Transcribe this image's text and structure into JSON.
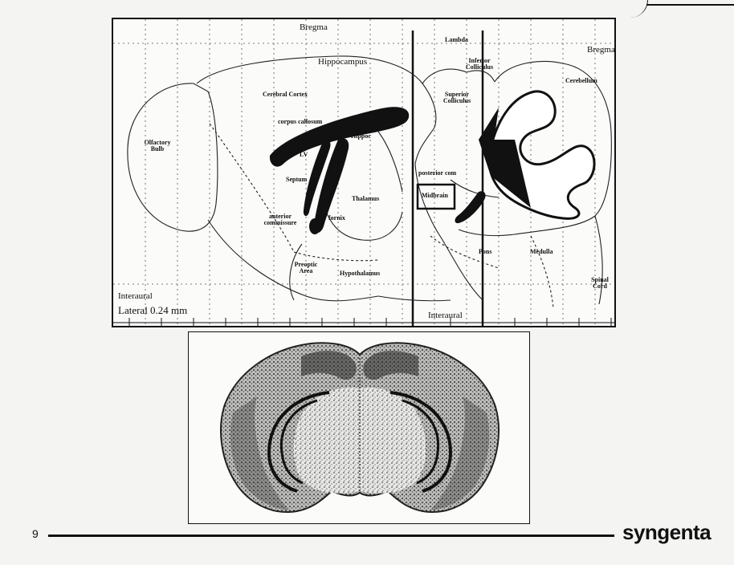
{
  "atlas": {
    "labels": {
      "bregma_top": "Bregma",
      "bregma_right": "Bregma",
      "lambda": "Lambda",
      "hippocampus": "Hippocampus",
      "inferior_colliculus": "Inferior Colliculus",
      "cerebellum": "Cerebellum",
      "cerebral_cortex": "Cerebral Cortex",
      "superior_colliculus": "Superior Colliculus",
      "corpus_callosum": "corpus callosum",
      "hippoc": "Hippoc",
      "olfactory_bulb": "Olfactory Bulb",
      "lv": "LV",
      "septum": "Septum",
      "posterior_comm": "posterior com",
      "thalamus": "Thalamus",
      "midbrain": "Midbrain",
      "fornix": "fornix",
      "anterior_commissure": "anterior commissure",
      "pons": "Pons",
      "medulla": "Medulla",
      "preoptic_area": "Preoptic Area",
      "hypothalamus": "Hypothalamus",
      "spinal_cord": "Spinal Cord",
      "interaural_left": "Interaural",
      "lateral": "Lateral 0.24 mm",
      "interaural_bottom": "Interaural"
    }
  },
  "footer": {
    "page_number": "9",
    "logo_text": "syngenta"
  }
}
